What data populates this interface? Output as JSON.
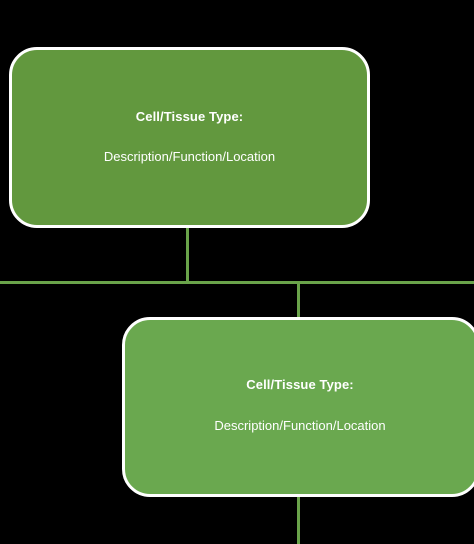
{
  "colors": {
    "background": "#000000",
    "node_fill": "#62983e",
    "node_fill_alt": "#6aa84f",
    "node_border": "#ffffff",
    "connector": "#6aa34a",
    "text": "#ffffff"
  },
  "nodes": [
    {
      "title": "Cell/Tissue Type:",
      "description": "Description/Function/Location"
    },
    {
      "title": "Cell/Tissue Type:",
      "description": "Description/Function/Location"
    }
  ]
}
